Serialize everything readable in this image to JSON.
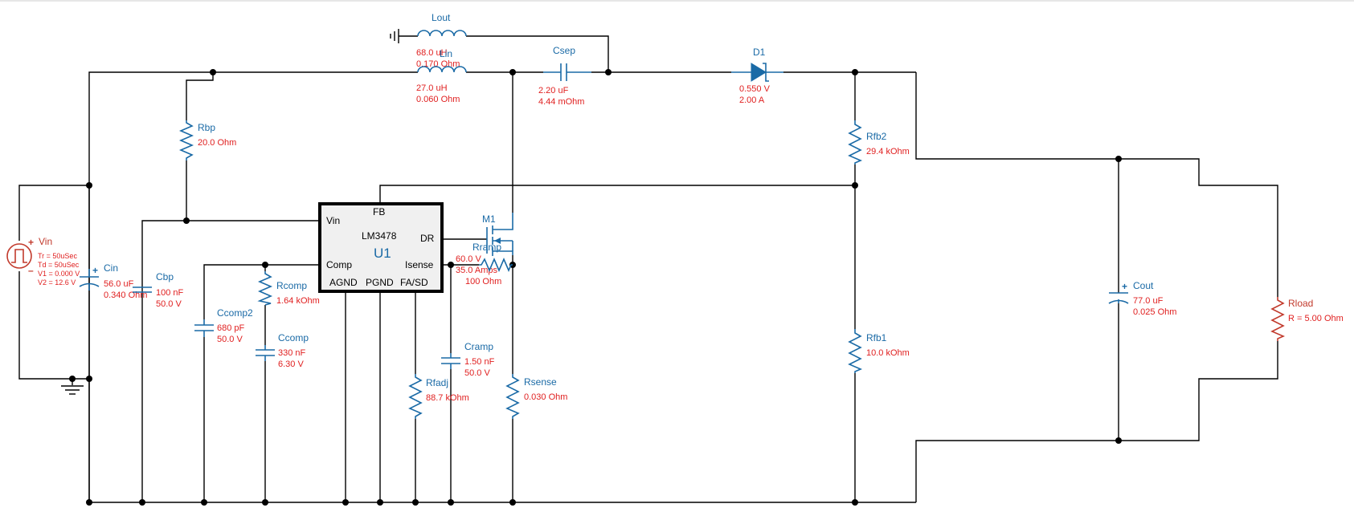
{
  "chip": {
    "part": "LM3478",
    "ref": "U1",
    "pins": {
      "fb": "FB",
      "vin": "Vin",
      "dr": "DR",
      "comp": "Comp",
      "isense": "Isense",
      "agnd": "AGND",
      "pgnd": "PGND",
      "fa_sd": "FA/SD"
    }
  },
  "components": {
    "lout": {
      "name": "Lout",
      "v1": "68.0 uH",
      "v2": "0.170 Ohm"
    },
    "lin": {
      "name": "Lin",
      "v1": "27.0 uH",
      "v2": "0.060 Ohm"
    },
    "csep": {
      "name": "Csep",
      "v1": "2.20 uF",
      "v2": "4.44 mOhm"
    },
    "d1": {
      "name": "D1",
      "v1": "0.550 V",
      "v2": "2.00 A"
    },
    "rbp": {
      "name": "Rbp",
      "v1": "20.0 Ohm"
    },
    "rfb2": {
      "name": "Rfb2",
      "v1": "29.4 kOhm"
    },
    "rfb1": {
      "name": "Rfb1",
      "v1": "10.0 kOhm"
    },
    "vin": {
      "name": "Vin",
      "tr": "Tr = 50uSec",
      "td": "Td = 50uSec",
      "v1": "V1 = 0.000 V",
      "v2": "V2 = 12.6 V"
    },
    "cin": {
      "name": "Cin",
      "v1": "56.0 uF",
      "v2": "0.340 Ohm"
    },
    "cbp": {
      "name": "Cbp",
      "v1": "100 nF",
      "v2": "50.0 V"
    },
    "ccomp2": {
      "name": "Ccomp2",
      "v1": "680 pF",
      "v2": "50.0 V"
    },
    "rcomp": {
      "name": "Rcomp",
      "v1": "1.64 kOhm"
    },
    "ccomp": {
      "name": "Ccomp",
      "v1": "330 nF",
      "v2": "6.30 V"
    },
    "m1": {
      "name": "M1",
      "v1": "60.0 V",
      "v2": "35.0 Amps"
    },
    "rramp": {
      "name": "Rramp",
      "v1": "100 Ohm"
    },
    "cramp": {
      "name": "Cramp",
      "v1": "1.50 nF",
      "v2": "50.0 V"
    },
    "rfadj": {
      "name": "Rfadj",
      "v1": "88.7 kOhm"
    },
    "rsense": {
      "name": "Rsense",
      "v1": "0.030 Ohm"
    },
    "cout": {
      "name": "Cout",
      "v1": "77.0 uF",
      "v2": "0.025 Ohm"
    },
    "rload": {
      "name": "Rload",
      "v1": "R = 5.00 Ohm"
    }
  },
  "colors": {
    "component": "#1a6aa6",
    "value": "#e02020",
    "source": "#c23a2c",
    "wire": "#000000"
  }
}
